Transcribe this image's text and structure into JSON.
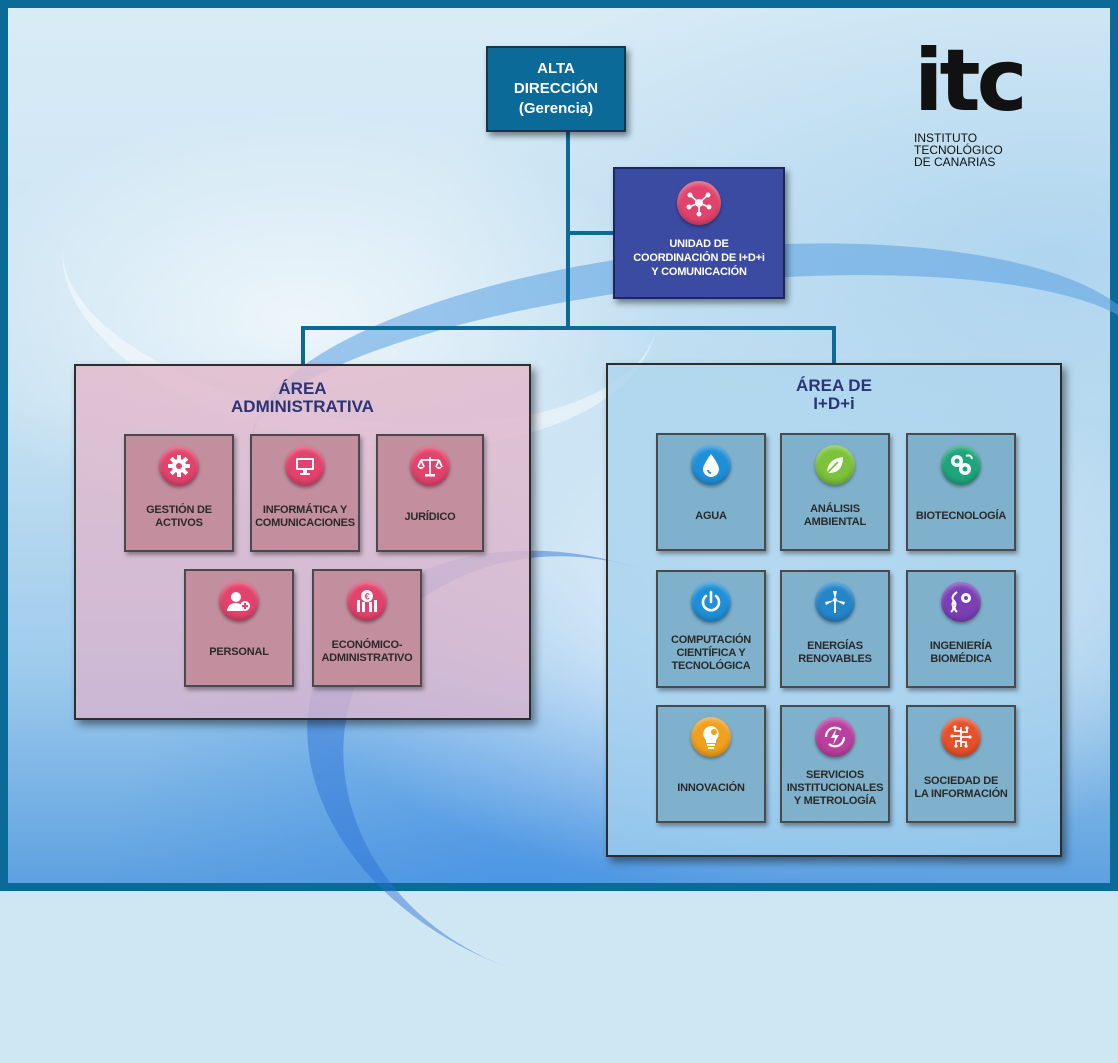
{
  "logo": {
    "mark": "itc",
    "subtitle_line1": "INSTITUTO TECNOLÓGICO",
    "subtitle_line2": "DE CANARIAS"
  },
  "top": {
    "line1": "ALTA",
    "line2": "DIRECCIÓN",
    "line3": "(Gerencia)"
  },
  "unit": {
    "icon": "network-icon",
    "line1": "UNIDAD DE",
    "line2": "COORDINACIÓN DE I+D+i",
    "line3": "Y COMUNICACIÓN"
  },
  "admin": {
    "title_line1": "ÁREA",
    "title_line2": "ADMINISTRATIVA",
    "tiles": [
      {
        "label": "GESTIÓN DE\nACTIVOS",
        "icon": "gear-icon"
      },
      {
        "label": "INFORMÁTICA Y\nCOMUNICACIONES",
        "icon": "monitor-icon"
      },
      {
        "label": "JURÍDICO",
        "icon": "scales-icon"
      },
      {
        "label": "PERSONAL",
        "icon": "user-add-icon"
      },
      {
        "label": "ECONÓMICO-\nADMINISTRATIVO",
        "icon": "euro-icon"
      }
    ]
  },
  "idi": {
    "title_line1": "ÁREA DE",
    "title_line2": "I+D+i",
    "tiles": [
      {
        "label": "AGUA",
        "icon": "water-drop-icon"
      },
      {
        "label": "ANÁLISIS\nAMBIENTAL",
        "icon": "leaf-icon"
      },
      {
        "label": "BIOTECNOLOGÍA",
        "icon": "biotech-icon"
      },
      {
        "label": "COMPUTACIÓN\nCIENTÍFICA Y\nTECNOLÓGICA",
        "icon": "power-icon"
      },
      {
        "label": "ENERGÍAS\nRENOVABLES",
        "icon": "wind-turbine-icon"
      },
      {
        "label": "INGENIERÍA\nBIOMÉDICA",
        "icon": "dna-icon"
      },
      {
        "label": "INNOVACIÓN",
        "icon": "lightbulb-icon"
      },
      {
        "label": "SERVICIOS\nINSTITUCIONALES\nY METROLOGÍA",
        "icon": "lightning-icon"
      },
      {
        "label": "SOCIEDAD DE\nLA INFORMACIÓN",
        "icon": "circuit-icon"
      }
    ]
  },
  "colors": {
    "frame": "#0b6a98",
    "top_box": "#0b6a98",
    "unit_box": "#3b4ba2",
    "admin_panel": "#e2bcce",
    "admin_tile": "#c38f9f",
    "admin_icon": "#e1436c",
    "idi_panel": "#aed6ee",
    "idi_tile": "#7fb1cd",
    "title_text": "#2a3476",
    "icon_agua": "#1e8fd8",
    "icon_analisis": "#7cc23b",
    "icon_biotec": "#1fa57b",
    "icon_computacion": "#1e8fd8",
    "icon_energias": "#2486c9",
    "icon_ingenieria": "#7a3fb5",
    "icon_innovacion": "#f0a01c",
    "icon_servicios": "#b8409f",
    "icon_sociedad": "#e4512b"
  }
}
